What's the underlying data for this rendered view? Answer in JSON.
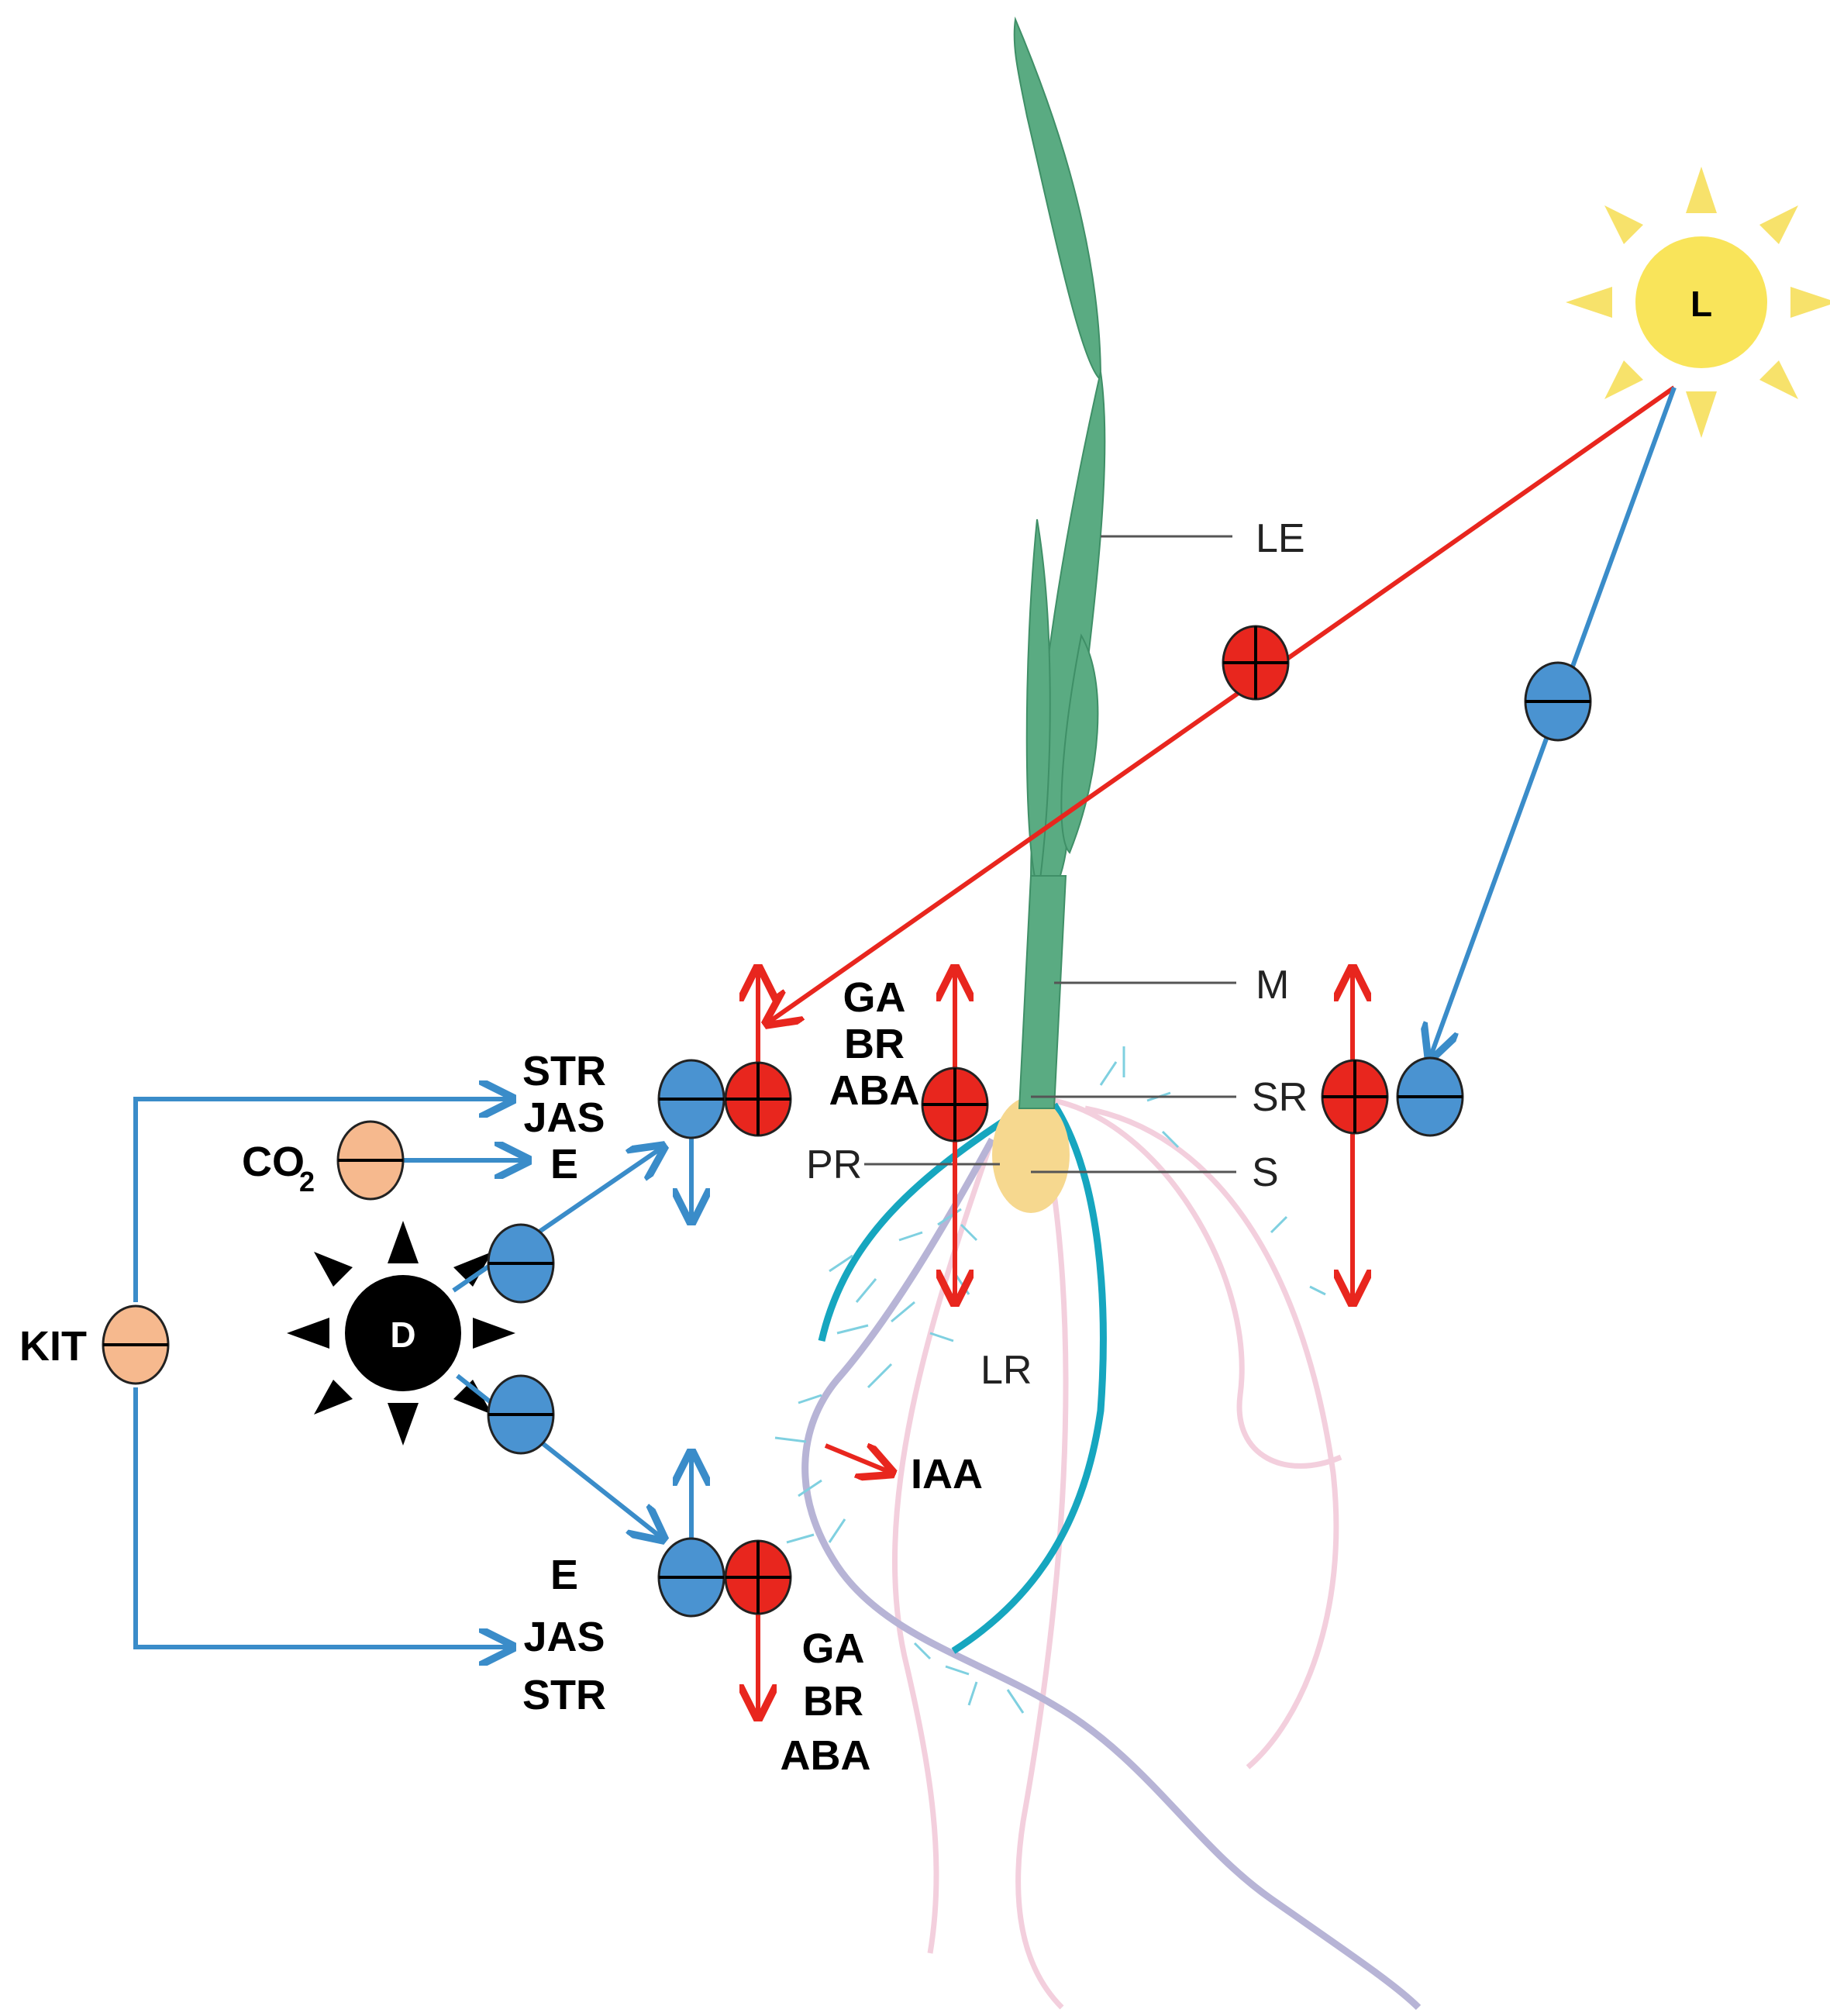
{
  "labels": {
    "sun": "L",
    "drought": "D",
    "leaf": "LE",
    "mesocotyl": "M",
    "seminal_root": "SR",
    "primary_root": "PR",
    "seed": "S",
    "lateral_root": "LR",
    "kit": "KIT",
    "co2": "CO",
    "co2_sub": "2",
    "iaa": "IAA",
    "top_group": [
      "STR",
      "JAS",
      "E"
    ],
    "bottom_group": [
      "E",
      "JAS",
      "STR"
    ],
    "hormones_top": [
      "GA",
      "BR",
      "ABA"
    ],
    "hormones_bottom": [
      "GA",
      "BR",
      "ABA"
    ]
  },
  "colors": {
    "red": "#e8261e",
    "blue": "#3a8cc9",
    "blue_fill": "#4a93d1",
    "peach": "#f6b98e",
    "sun": "#f7e26b",
    "sun_core": "#f9e45a",
    "leaf": "#5aab82",
    "root_teal": "#16a6bf",
    "root_pink": "#f3cfdd",
    "root_lavender": "#b7b4d6",
    "seed": "#f6d88f"
  }
}
